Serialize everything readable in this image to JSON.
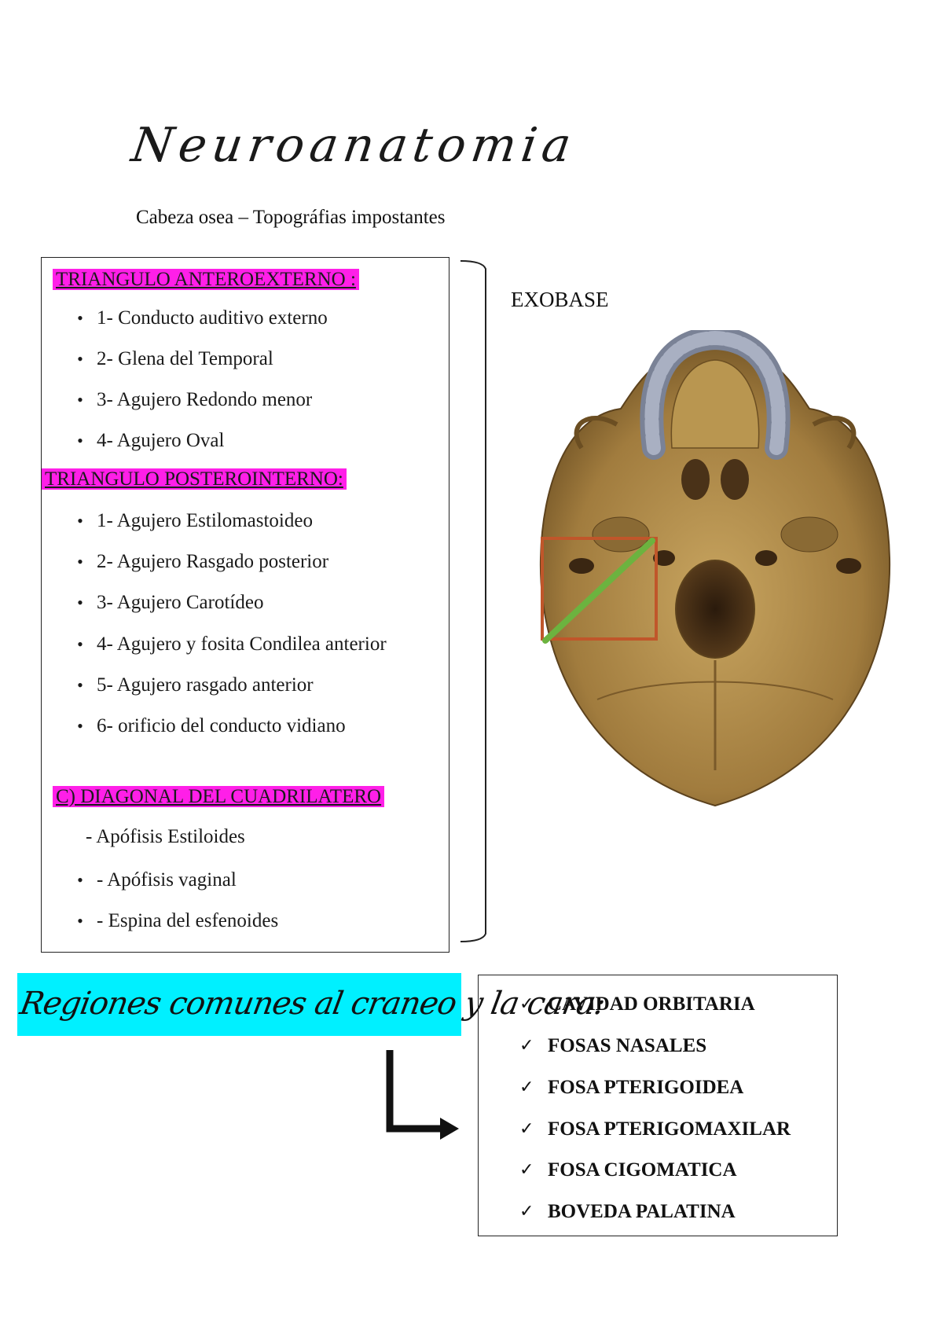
{
  "title": "Neuroanatomia",
  "subtitle": "Cabeza osea – Topográfias impostantes",
  "left_box": {
    "heading_1": "TRIANGULO ANTEROEXTERNO :",
    "items_1": [
      "1- Conducto auditivo externo",
      "2- Glena del Temporal",
      "3- Agujero Redondo menor",
      "4- Agujero Oval"
    ],
    "heading_2": " TRIANGULO POSTEROINTERNO:",
    "items_2": [
      "1- Agujero Estilomastoideo",
      "2- Agujero Rasgado posterior",
      "3- Agujero Carotídeo",
      "4- Agujero y fosita Condilea anterior",
      "5- Agujero rasgado anterior",
      "6- orificio del conducto vidiano"
    ],
    "heading_3": "C) DIAGONAL DEL CUADRILATERO ",
    "sub_item": "- Apófisis Estiloides",
    "items_3": [
      "- Apófisis vaginal",
      "- Espina del esfenoides"
    ]
  },
  "exobase_label": "EXOBASE",
  "regions_banner": "Regiones comunes al craneo y la cara:",
  "checklist": [
    "CAVIDAD ORBITARIA",
    "FOSAS NASALES",
    "FOSA PTERIGOIDEA",
    "FOSA PTERIGOMAXILAR",
    "FOSA CIGOMATICA",
    "BOVEDA PALATINA"
  ],
  "colors": {
    "heading_highlight": "#ff1fe8",
    "banner": "#00f0ff",
    "diagonal": "#6cb33f",
    "box_outline": "#c0562a",
    "bone": "#b08a4a"
  }
}
